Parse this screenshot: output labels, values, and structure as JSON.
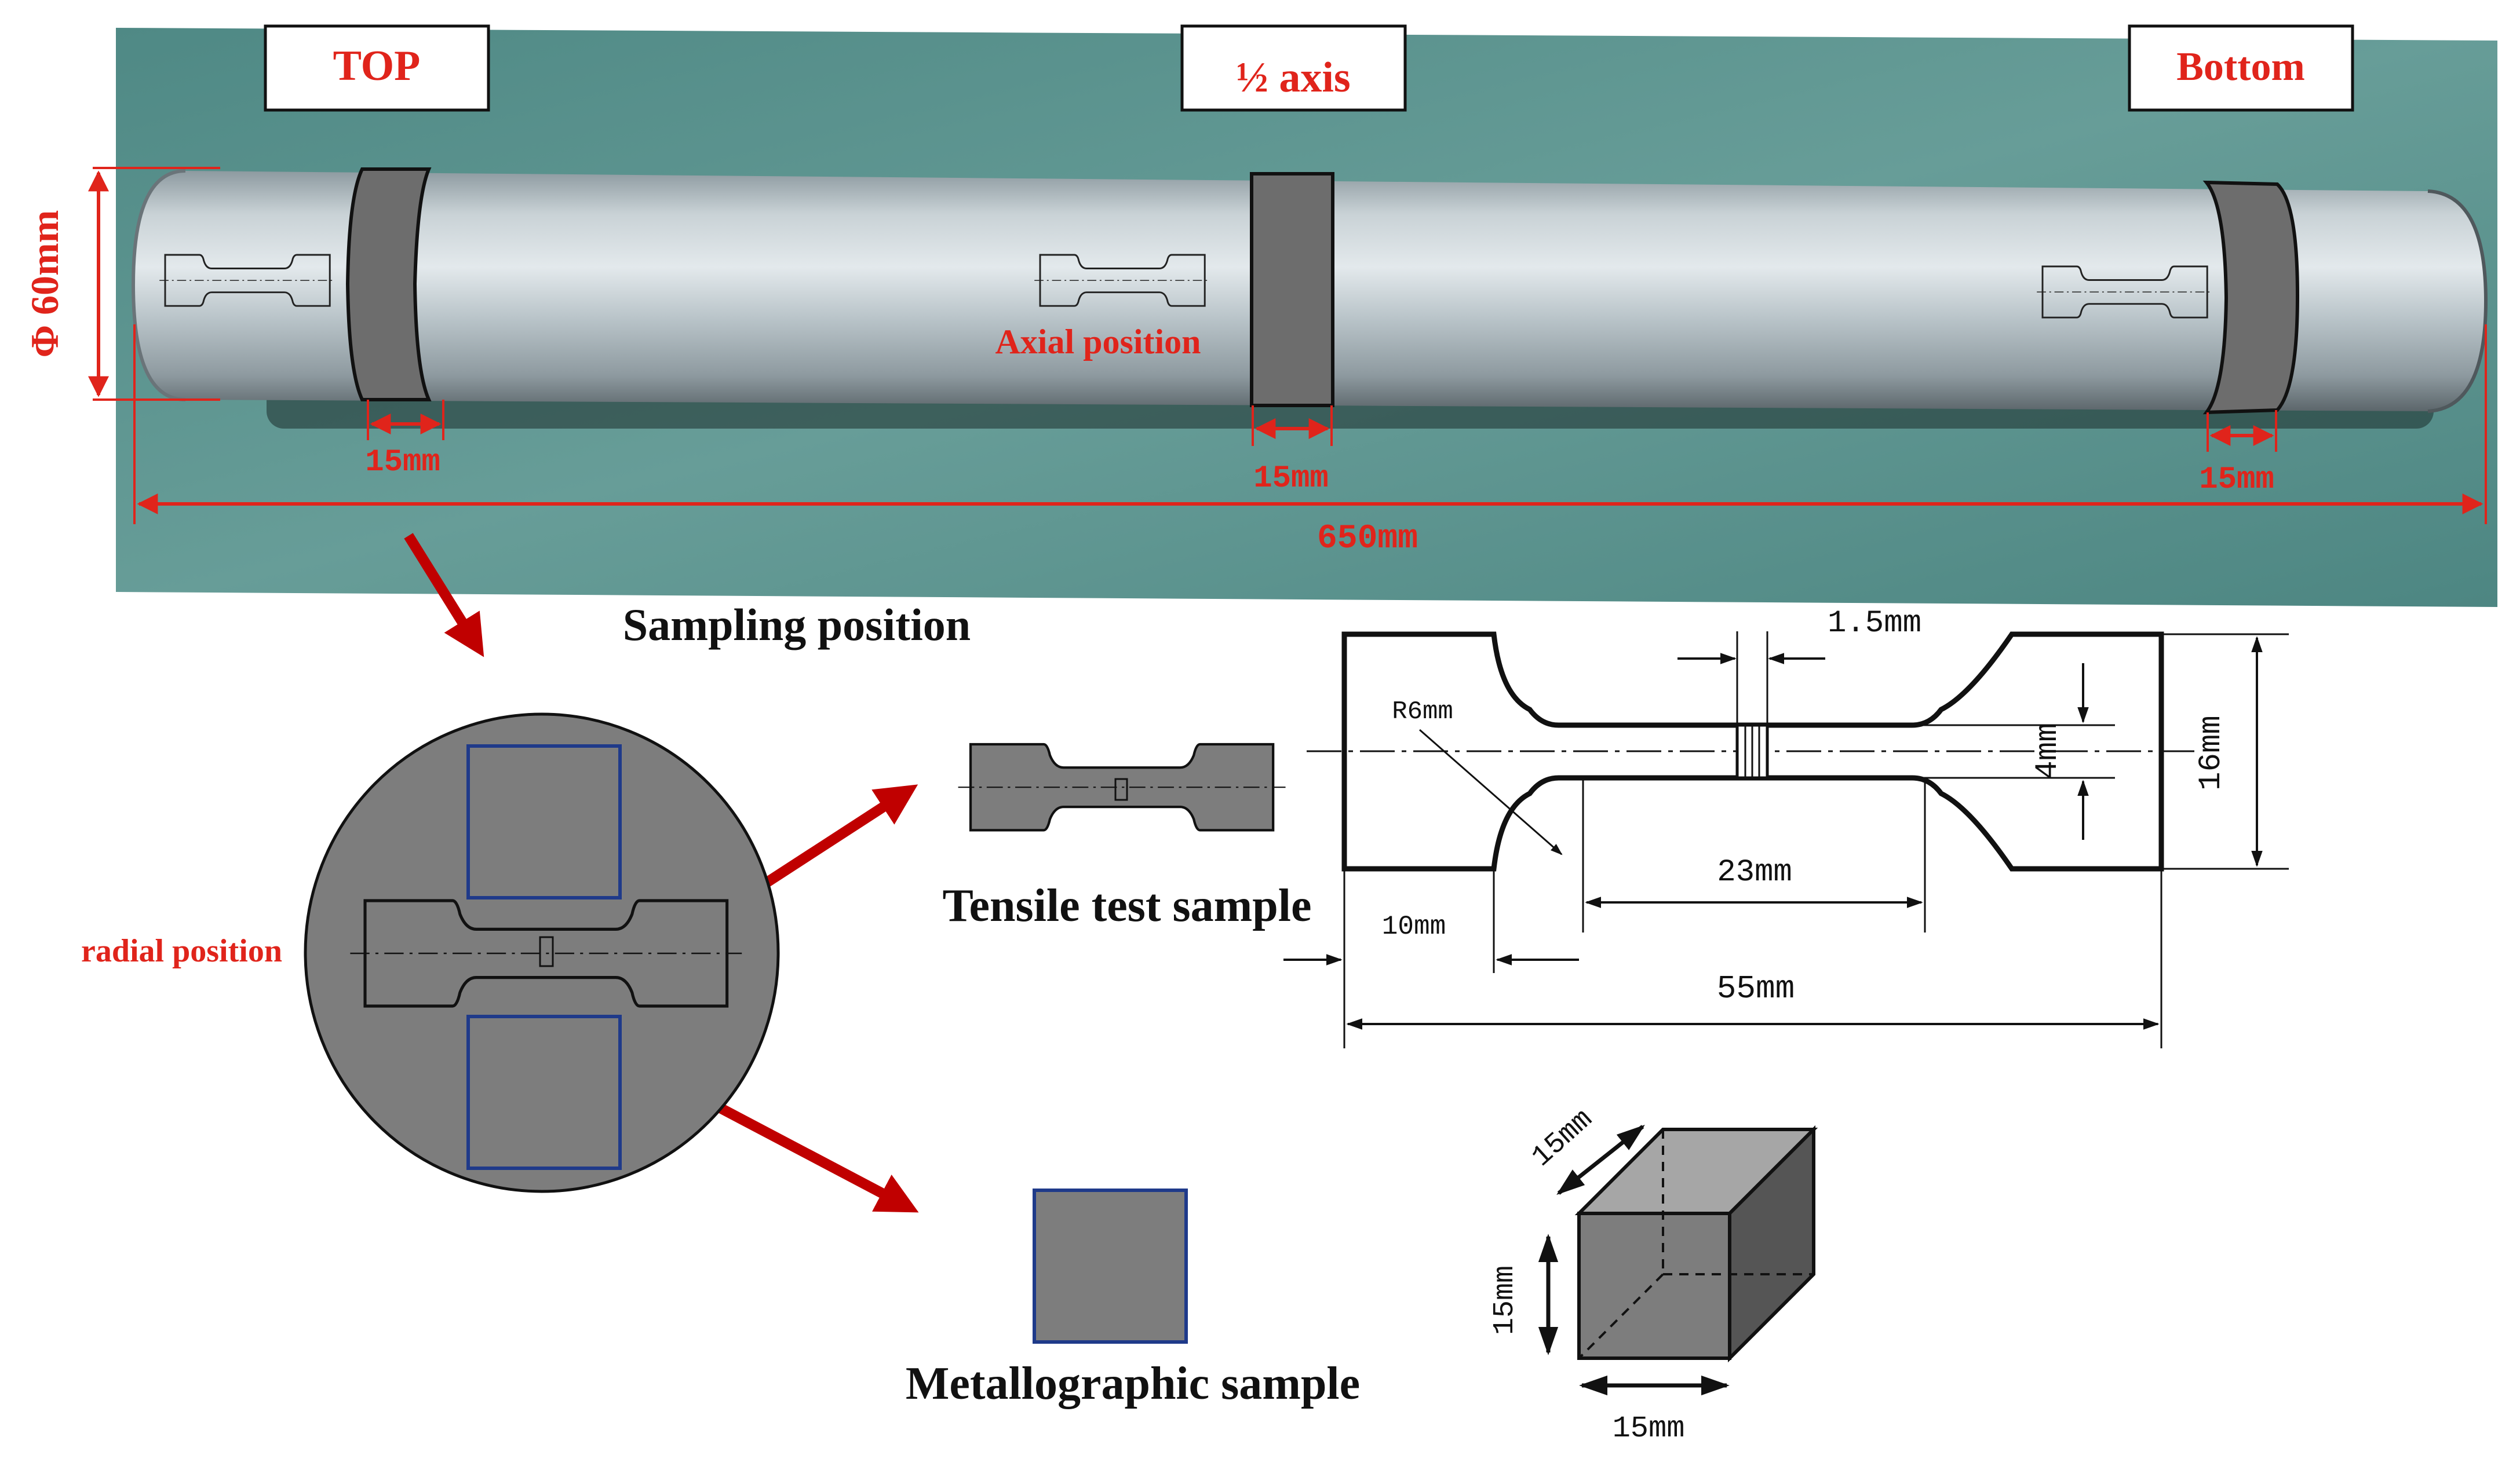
{
  "photo": {
    "labels": {
      "top": "TOP",
      "half_axis": "½ axis",
      "bottom": "Bottom"
    },
    "diameter": "Φ 60mm",
    "axial_position": "Axial position",
    "slice_widths": [
      "15mm",
      "15mm",
      "15mm"
    ],
    "length": "650mm"
  },
  "captions": {
    "sampling_position": "Sampling position",
    "tensile_test_sample": "Tensile test sample",
    "metallographic_sample": "Metallographic sample"
  },
  "cross_section": {
    "radial_position": "radial position"
  },
  "tensile_drawing": {
    "gauge_mark": "1.5mm",
    "radius": "R6mm",
    "gauge_width": "4mm",
    "total_width": "16mm",
    "parallel_length": "23mm",
    "grip_length": "10mm",
    "total_length": "55mm"
  },
  "cube": {
    "depth": "15mm",
    "height": "15mm",
    "width": "15mm"
  },
  "colors": {
    "annotation_red": "#e0241b",
    "arrow_darkred": "#c00000",
    "background_green": "#5f9591",
    "sample_gray": "#7d7d7d",
    "outline_blue": "#1f3a8a"
  }
}
